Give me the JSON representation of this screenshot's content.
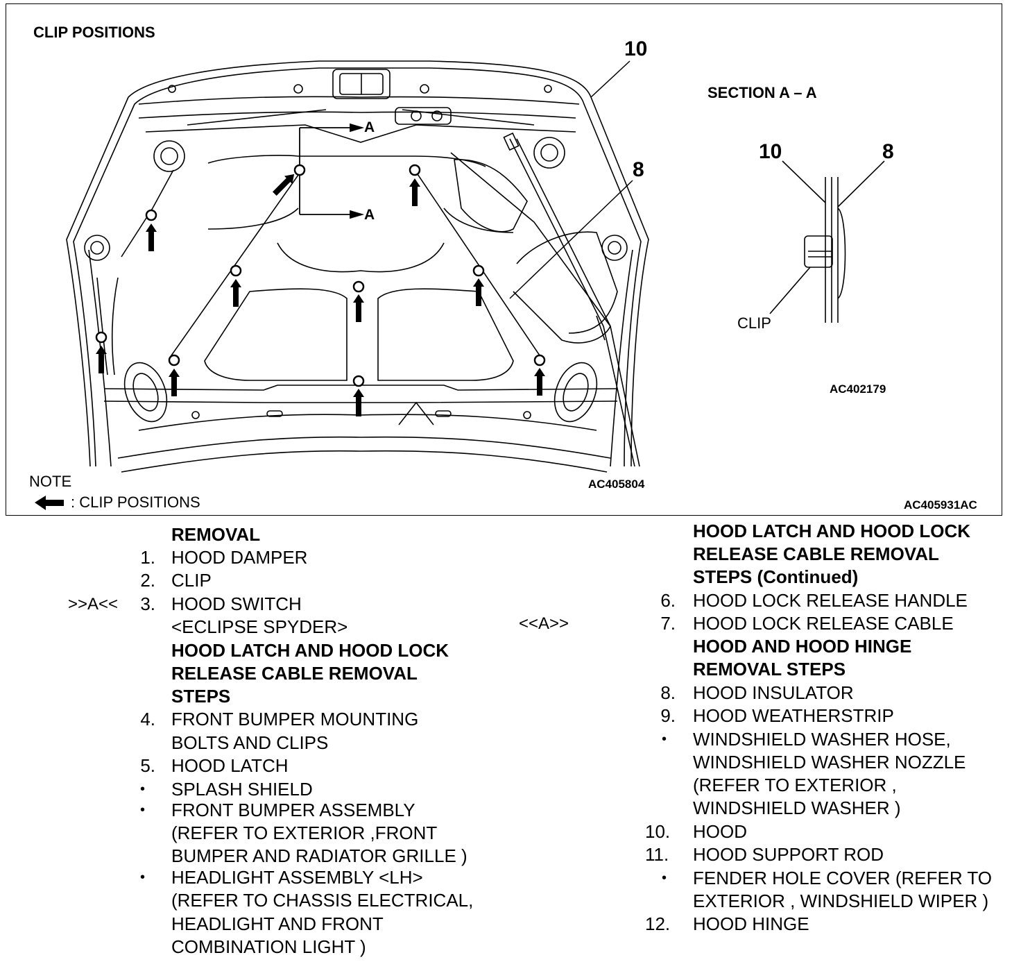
{
  "figure": {
    "clip_positions_title": "CLIP POSITIONS",
    "note_label": "NOTE",
    "legend_text": ": CLIP POSITIONS",
    "code_left": "AC405804",
    "code_right": "AC405931AC",
    "code_section": "AC402179",
    "callout_10": "10",
    "callout_8": "8",
    "section_marker": "A",
    "section_title": "SECTION A – A",
    "section_callout_10": "10",
    "section_callout_8": "8",
    "clip_label": "CLIP"
  },
  "left_column": {
    "heading_removal": "REMOVAL",
    "item1_num": "1.",
    "item1": "HOOD DAMPER",
    "item2_num": "2.",
    "item2": "CLIP",
    "item3_mark": ">>A<<",
    "item3_num": "3.",
    "item3": "HOOD SWITCH",
    "item3b": "<ECLIPSE SPYDER>",
    "heading_latch_1": "HOOD LATCH AND HOOD LOCK",
    "heading_latch_2": "RELEASE CABLE REMOVAL",
    "heading_latch_3": "STEPS",
    "item4_num": "4.",
    "item4a": "FRONT BUMPER MOUNTING",
    "item4b": "BOLTS AND CLIPS",
    "item5_num": "5.",
    "item5": "HOOD LATCH",
    "bullet_a": "SPLASH SHIELD",
    "bullet_b1": "FRONT BUMPER ASSEMBLY",
    "bullet_b2": "(REFER TO  EXTERIOR ,FRONT",
    "bullet_b3": "BUMPER AND RADIATOR GRILLE )",
    "bullet_c1": "HEADLIGHT ASSEMBLY <LH>",
    "bullet_c2": "(REFER TO  CHASSIS ELECTRICAL,",
    "bullet_c3": "HEADLIGHT AND FRONT",
    "bullet_c4": "COMBINATION LIGHT )"
  },
  "right_column": {
    "heading_cont_1": "HOOD LATCH AND HOOD LOCK",
    "heading_cont_2": "RELEASE CABLE REMOVAL",
    "heading_cont_3": "STEPS (Continued)",
    "item6_num": "6.",
    "item6": "HOOD LOCK RELEASE HANDLE",
    "item7_mark": "<<A>>",
    "item7_num": "7.",
    "item7": "HOOD LOCK RELEASE CABLE",
    "heading_hinge_1": "HOOD AND HOOD HINGE",
    "heading_hinge_2": "REMOVAL STEPS",
    "item8_num": "8.",
    "item8": "HOOD INSULATOR",
    "item9_num": "9.",
    "item9": "HOOD WEATHERSTRIP",
    "bullet_d1": "WINDSHIELD WASHER HOSE,",
    "bullet_d2": "WINDSHIELD WASHER NOZZLE",
    "bullet_d3": "(REFER TO  EXTERIOR ,",
    "bullet_d4": "WINDSHIELD WASHER )",
    "item10_num": "10.",
    "item10": "HOOD",
    "item11_num": "11.",
    "item11": "HOOD SUPPORT ROD",
    "bullet_e1": "FENDER HOLE COVER (REFER TO",
    "bullet_e2": "EXTERIOR , WINDSHIELD WIPER )",
    "item12_num": "12.",
    "item12": "HOOD HINGE",
    "bullet_glyph": "•"
  }
}
